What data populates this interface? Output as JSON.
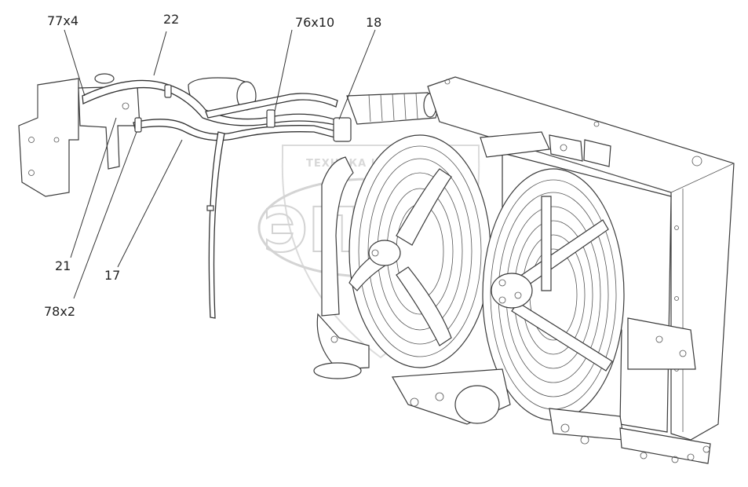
{
  "callouts": {
    "c77x4": "77x4",
    "c22": "22",
    "c76x10": "76x10",
    "c18": "18",
    "c21": "21",
    "c17": "17",
    "c78x2": "78x2"
  },
  "watermark": {
    "line": "ТЕХНИКА И ЗАПЧАСТИ",
    "mark": "ЭПС"
  }
}
